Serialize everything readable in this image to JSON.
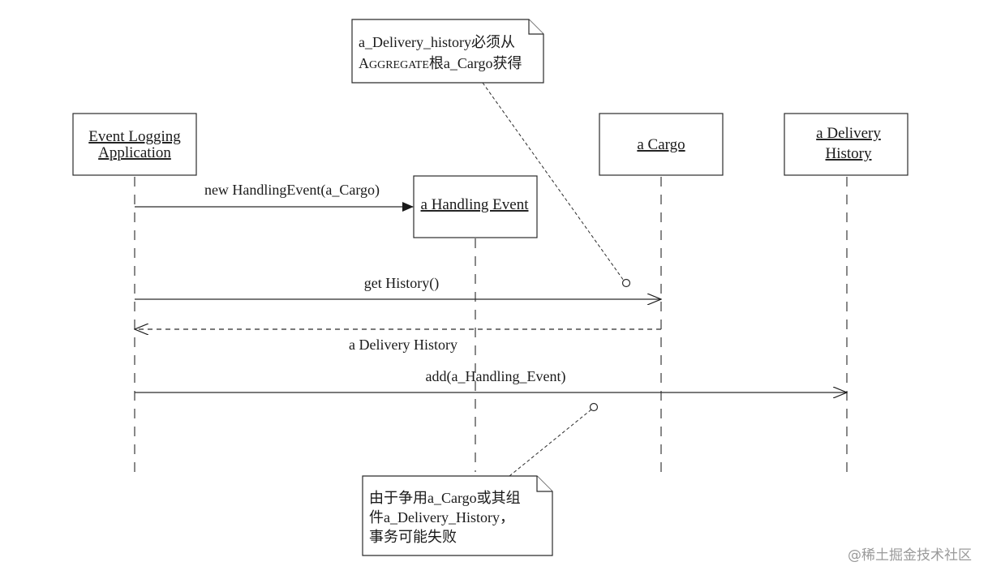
{
  "objects": {
    "event_logging_app": {
      "line1": "Event Logging",
      "line2": "Application"
    },
    "handling_event": {
      "label": "a Handling Event"
    },
    "cargo": {
      "label": "a Cargo"
    },
    "delivery_history": {
      "line1": "a Delivery",
      "line2": "History"
    }
  },
  "messages": {
    "new_handling_event": "new HandlingEvent(a_Cargo)",
    "get_history": "get History()",
    "return_delivery_history": "a Delivery History",
    "add_event": "add(a_Handling_Event)"
  },
  "notes": {
    "top": {
      "line1": "a_Delivery_history必须从",
      "line2_smallcaps_a": "A",
      "line2_smallcaps_rest": "GGREGATE",
      "line2_rest": "根a_Cargo获得"
    },
    "bottom": {
      "line1": "由于争用a_Cargo或其组",
      "line2": "件a_Delivery_History，",
      "line3": "事务可能失败"
    }
  },
  "watermark": "@稀土掘金技术社区"
}
